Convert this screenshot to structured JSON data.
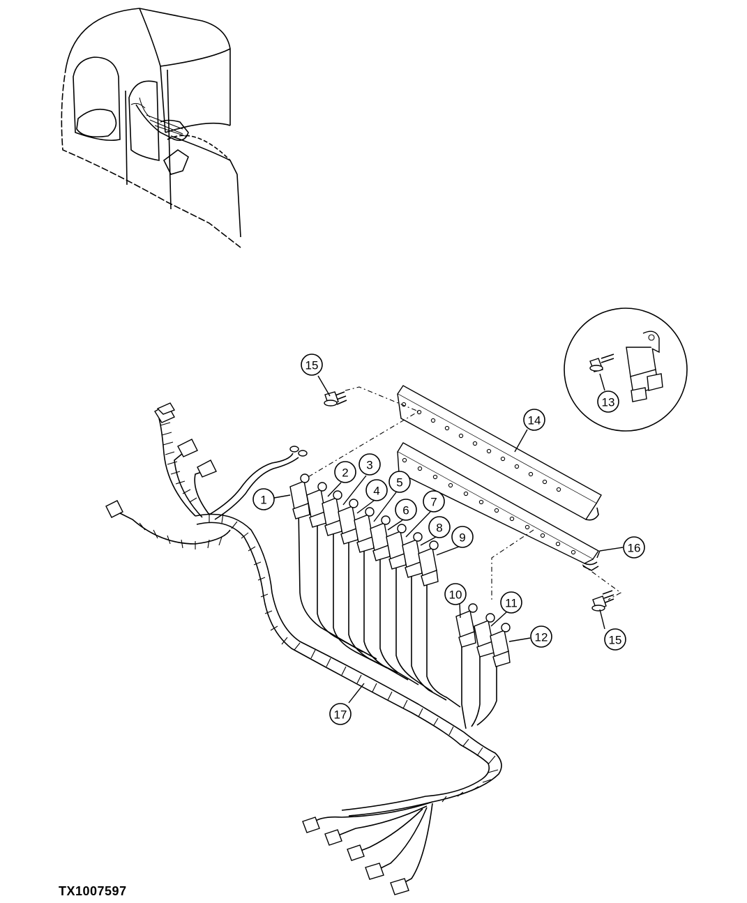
{
  "figure_id": "TX1007597",
  "callouts": [
    "1",
    "2",
    "3",
    "4",
    "5",
    "6",
    "7",
    "8",
    "9",
    "10",
    "11",
    "12",
    "13",
    "14",
    "15",
    "15",
    "16",
    "17"
  ]
}
